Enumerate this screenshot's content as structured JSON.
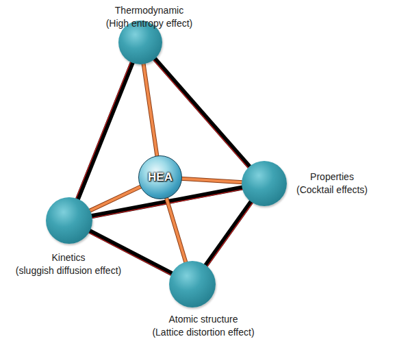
{
  "diagram": {
    "nodes": [
      {
        "text": [
          "Thermodynamic",
          "(High entropy effect)"
        ]
      },
      {
        "text": [
          "HEA"
        ]
      },
      {
        "text": [
          "Properties",
          "(Cocktail effects)"
        ]
      },
      {
        "text": [
          "Kinetics",
          "(sluggish diffusion effect)"
        ]
      },
      {
        "text": [
          "Atomic structure",
          "(Lattice distortion effect)"
        ]
      }
    ],
    "edges": [
      {
        "from": 0,
        "to": 3,
        "arrow": "none"
      },
      {
        "from": 0,
        "to": 2,
        "arrow": "none"
      },
      {
        "from": 3,
        "to": 2,
        "arrow": "none"
      },
      {
        "from": 3,
        "to": 4,
        "arrow": "none"
      },
      {
        "from": 4,
        "to": 2,
        "arrow": "none"
      },
      {
        "from": 1,
        "to": 0,
        "arrow": "none"
      },
      {
        "from": 1,
        "to": 2,
        "arrow": "none"
      },
      {
        "from": 1,
        "to": 3,
        "arrow": "none"
      },
      {
        "from": 1,
        "to": 4,
        "arrow": "none"
      }
    ]
  }
}
